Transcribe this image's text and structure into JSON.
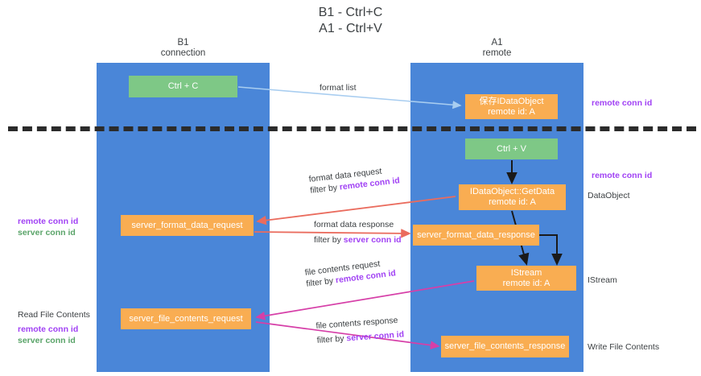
{
  "title": {
    "line1": "B1 - Ctrl+C",
    "line2": "A1 - Ctrl+V"
  },
  "lanes": [
    {
      "name": "B1",
      "sub": "connection",
      "color": "#4a86d8"
    },
    {
      "name": "A1",
      "sub": "remote",
      "color": "#4a86d8"
    }
  ],
  "nodes": {
    "ctrl_c": "Ctrl + C",
    "idataobject_l1": "保存IDataObject",
    "idataobject_l2": "remote id: A",
    "ctrl_v": "Ctrl + V",
    "getdata_l1": "IDataObject::GetData",
    "getdata_l2": "remote id: A",
    "server_format_data_request": "server_format_data_request",
    "server_format_data_response": "server_format_data_response",
    "istream_l1": "IStream",
    "istream_l2": "remote id: A",
    "server_file_contents_request": "server_file_contents_request",
    "server_file_contents_response": "server_file_contents_response"
  },
  "edge_labels": {
    "format_list": "format list",
    "format_data_request": "format data request",
    "format_data_request_filter_prefix": "filter by ",
    "format_data_request_filter_key": "remote conn id",
    "format_data_response": "format data response",
    "format_data_response_filter_prefix": "filter by ",
    "format_data_response_filter_key": "server conn id",
    "file_contents_request": "file contents request",
    "file_contents_request_filter_prefix": "filter by ",
    "file_contents_request_filter_key": "remote conn id",
    "file_contents_response": "file contents response",
    "file_contents_response_filter_prefix": "filter by ",
    "file_contents_response_filter_key": "server conn id"
  },
  "annotations": {
    "right_remote_conn_id_top": "remote conn id",
    "right_remote_conn_id_mid": "remote conn id",
    "right_dataobject": "DataObject",
    "right_istream": "IStream",
    "right_write_file_contents": "Write File Contents",
    "left_remote_conn_id": "remote conn id",
    "left_server_conn_id": "server conn id",
    "left_read_file_contents": "Read File Contents",
    "left_remote_conn_id_2": "remote conn id",
    "left_server_conn_id_2": "server conn id"
  },
  "colors": {
    "lane": "#4a86d8",
    "green_node": "#7ec886",
    "orange_node": "#f9ad52",
    "purple_text": "#a142f4",
    "green_text": "#5aa469",
    "arrow_blue": "#a8cdf0",
    "arrow_red": "#ea6c5e",
    "arrow_magenta": "#d63fa8",
    "arrow_dark": "#1a1a1a",
    "divider": "#2b2b2b"
  }
}
